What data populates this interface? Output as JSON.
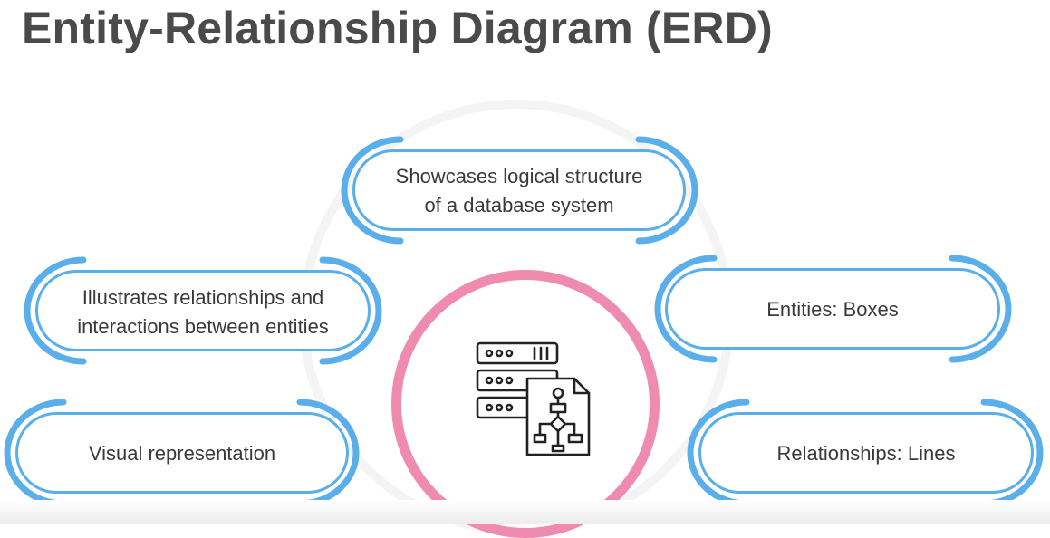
{
  "slide": {
    "title": "Entity-Relationship Diagram (ERD)"
  },
  "points": {
    "top": {
      "line1": "Showcases logical structure",
      "line2": "of a database system"
    },
    "left_upper": {
      "line1": "Illustrates relationships and",
      "line2": "interactions between entities"
    },
    "left_lower": {
      "text": "Visual representation"
    },
    "right_upper": {
      "text": "Entities: Boxes"
    },
    "right_lower": {
      "text": "Relationships: Lines"
    }
  },
  "center": {
    "icon": "database-server-with-flowchart-document-icon"
  },
  "colors": {
    "pill_border": "#5aaee9",
    "center_ring": "#f08bb0",
    "title_text": "#4a4a4a",
    "body_text": "#3a3a3a"
  }
}
